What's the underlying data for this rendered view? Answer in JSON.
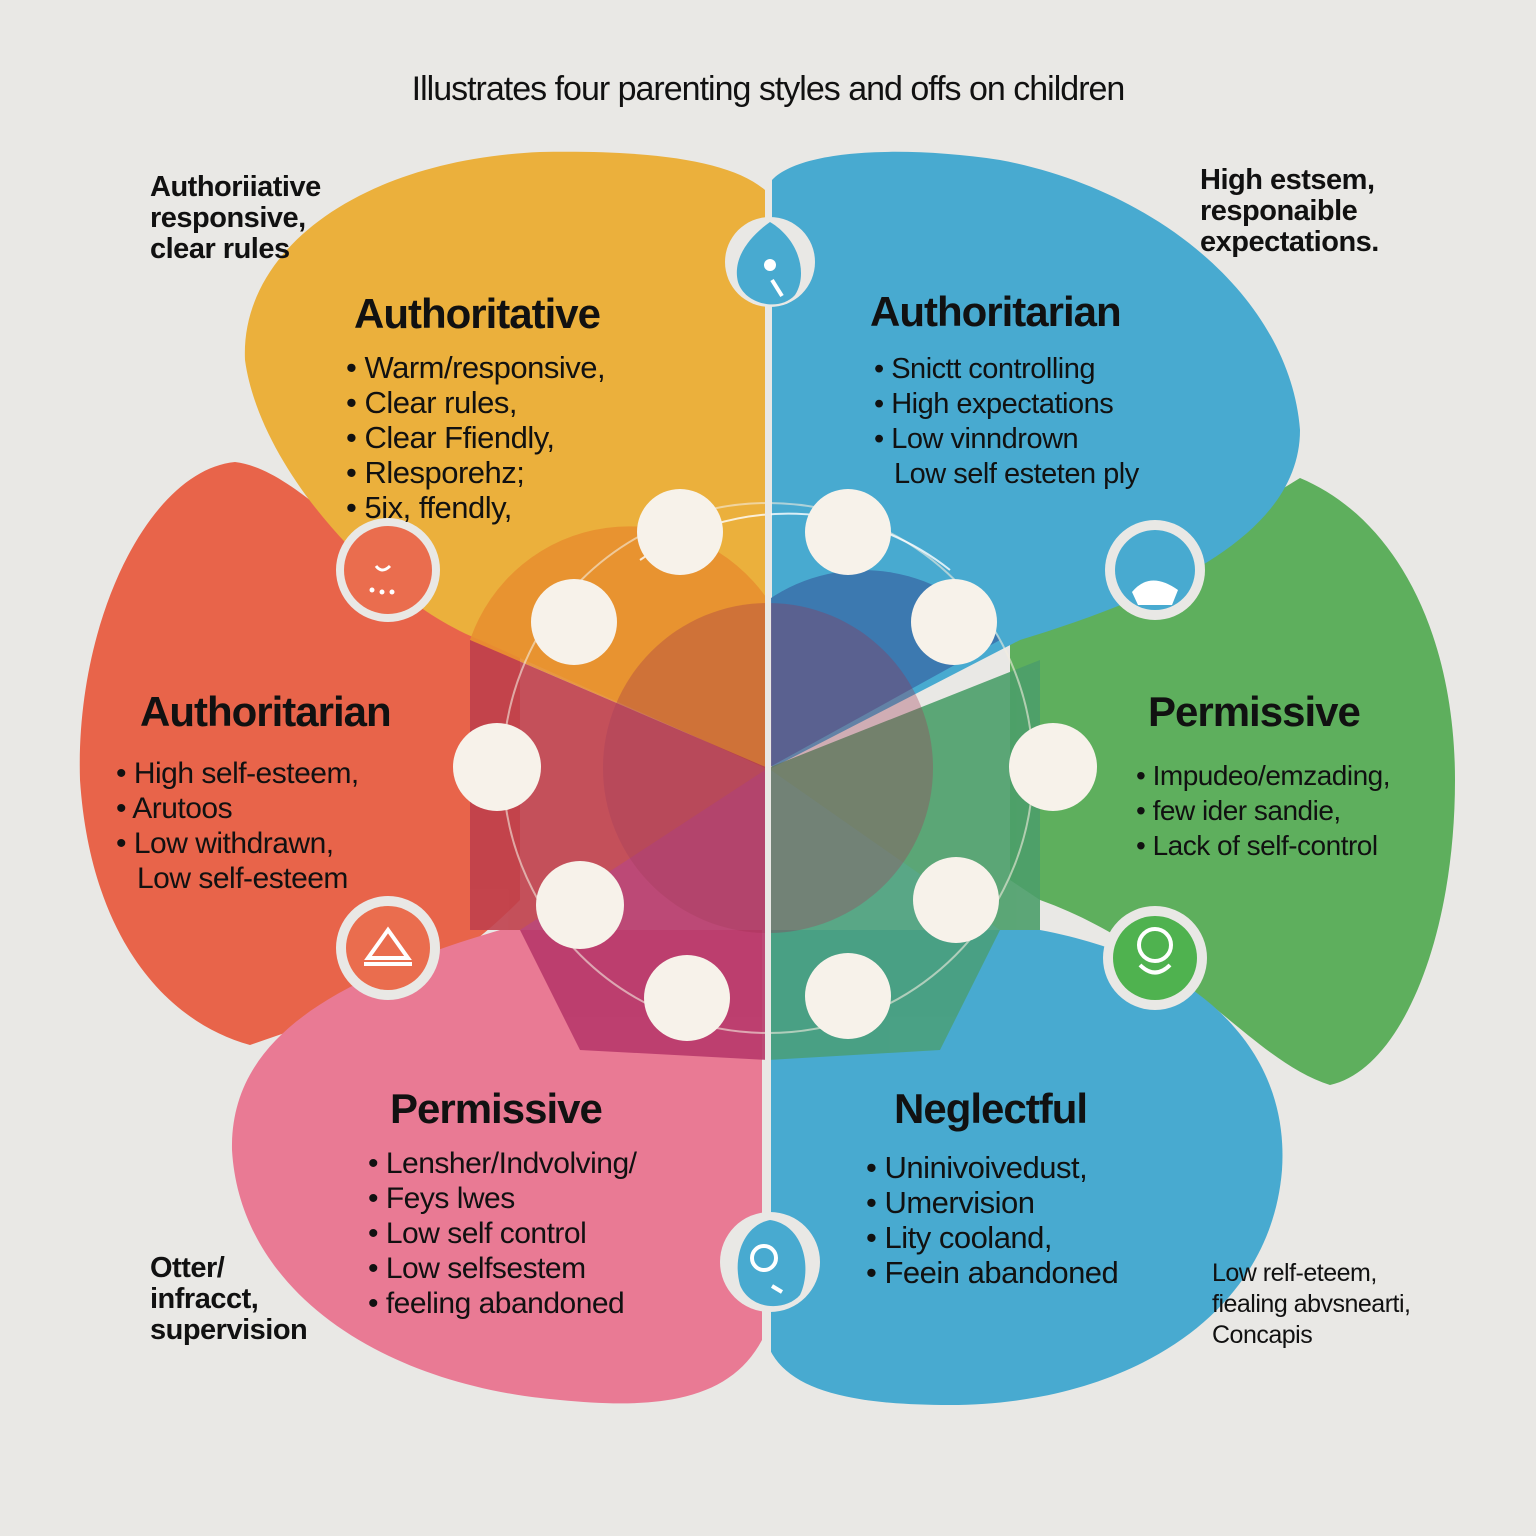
{
  "title": "Illustrates four parenting styles and offs on children",
  "corners": {
    "top_left": [
      "Authoriiative",
      "responsive,",
      "clear rules"
    ],
    "top_right": [
      "High estsem,",
      "responaible",
      "expectations."
    ],
    "bottom_left": [
      "Otter/",
      "infracct,",
      "supervision"
    ],
    "bottom_right": [
      "Low relf-eteem,",
      "fiealing abvsnearti,",
      "Concapis"
    ]
  },
  "sections": {
    "top_left": {
      "heading": "Authoritative",
      "items": [
        "Warm/responsive,",
        "Clear rules,",
        "Clear Ffiendly,",
        "Rlesporehz;",
        "5ix, ffendly,"
      ]
    },
    "top_right": {
      "heading": "Authoritarian",
      "items": [
        "Snictt controlling",
        "High expectations",
        "Low vinndrown"
      ],
      "continuation": "Low self esteten ply"
    },
    "left": {
      "heading": "Authoritarian",
      "items": [
        "High self-esteem,",
        "Arutoos",
        "Low withdrawn,"
      ],
      "continuation": "Low self-esteem"
    },
    "right": {
      "heading": "Permissive",
      "items": [
        "Impudeo/emzading,",
        "few ider sandie,",
        "Lack of self-control"
      ]
    },
    "bottom_left": {
      "heading": "Permissive",
      "items": [
        "Lensher/Indvolving/",
        "Feys lwes",
        "Low self control",
        "Low selfsestem",
        "feeling abandoned"
      ]
    },
    "bottom_right": {
      "heading": "Neglectful",
      "items": [
        "Uninivoivedust,",
        "Umervision",
        "Lity cooland,",
        "Feein abandoned"
      ]
    }
  },
  "colors": {
    "yellow": "#ebb03c",
    "blue": "#48aad0",
    "red": "#e8644a",
    "green": "#5eaf5d",
    "pink": "#e97a94",
    "background": "#e9e8e5"
  }
}
